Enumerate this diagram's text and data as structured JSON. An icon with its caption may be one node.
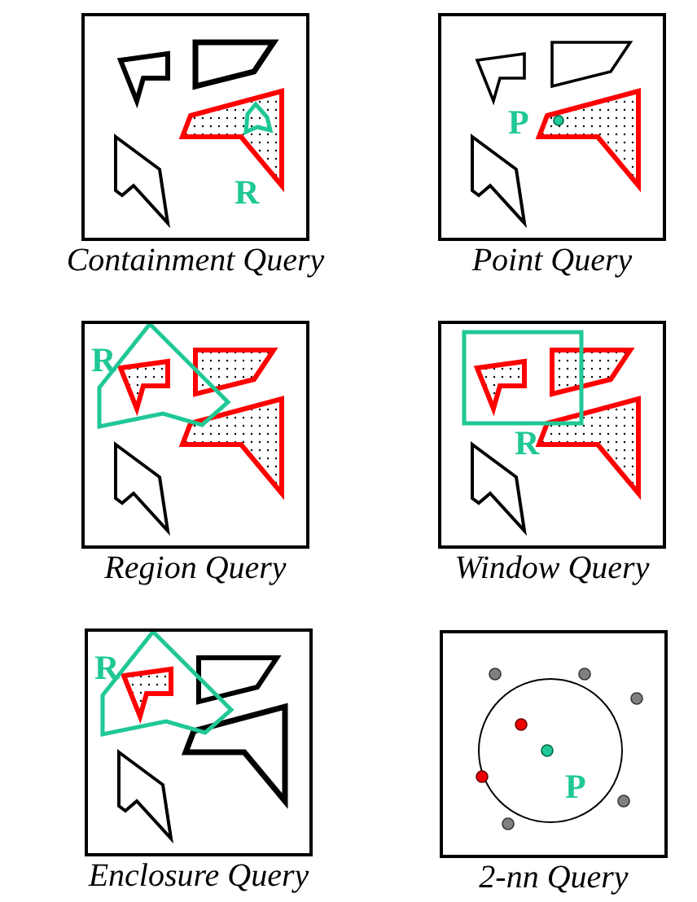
{
  "diagram": {
    "nodes": [
      {
        "text": [
          "R"
        ],
        "beside": [
          "Containment Query"
        ]
      },
      {
        "text": [
          "P"
        ],
        "beside": [
          "Point Query"
        ]
      },
      {
        "text": [
          "R"
        ],
        "beside": [
          "Region Query"
        ]
      },
      {
        "text": [
          "R"
        ],
        "beside": [
          "Window Query"
        ]
      },
      {
        "text": [
          "R"
        ],
        "beside": [
          "Enclosure Query"
        ]
      },
      {
        "text": [
          "P"
        ],
        "beside": [
          "2-nn Query"
        ]
      }
    ]
  }
}
